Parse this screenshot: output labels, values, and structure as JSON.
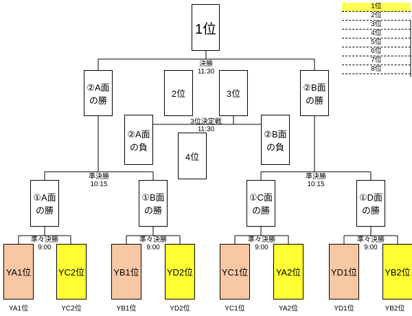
{
  "title_box": "1位",
  "final": {
    "label": "決勝",
    "time": "11:30"
  },
  "third_place_match": {
    "label": "3位決定戦",
    "time": "11:30"
  },
  "semifinal_left": {
    "label": "準決勝",
    "time": "10:15"
  },
  "semifinal_right": {
    "label": "準決勝",
    "time": "10:15"
  },
  "quarterfinal_label": "準々決勝",
  "quarterfinal_time": "9:00",
  "boxes": {
    "a_winner_2": "②A面の勝",
    "second": "2位",
    "third": "3位",
    "b_winner_2": "②B面の勝",
    "a_loser_2": "②A面の負",
    "b_loser_2": "②B面の負",
    "fourth": "4位",
    "a_winner_1": "①A面の勝",
    "b_winner_1": "①B面の勝",
    "c_winner_1": "①C面の勝",
    "d_winner_1": "①D面の勝"
  },
  "teams": [
    {
      "box": "YA1位",
      "tag": "YA1位",
      "color": "#f8c7a4"
    },
    {
      "box": "YC2位",
      "tag": "YC2位",
      "color": "#ffff33"
    },
    {
      "box": "YB1位",
      "tag": "YB1位",
      "color": "#f8c7a4"
    },
    {
      "box": "YD2位",
      "tag": "YD2位",
      "color": "#ffff33"
    },
    {
      "box": "YC1位",
      "tag": "YC1位",
      "color": "#f8c7a4"
    },
    {
      "box": "YA2位",
      "tag": "YA2位",
      "color": "#ffff33"
    },
    {
      "box": "YD1位",
      "tag": "YD1位",
      "color": "#f8c7a4"
    },
    {
      "box": "YB2位",
      "tag": "YB2位",
      "color": "#ffff33"
    }
  ],
  "legend": [
    "1位",
    "2位",
    "3位",
    "4位",
    "5位",
    "6位",
    "7位",
    "8位"
  ]
}
